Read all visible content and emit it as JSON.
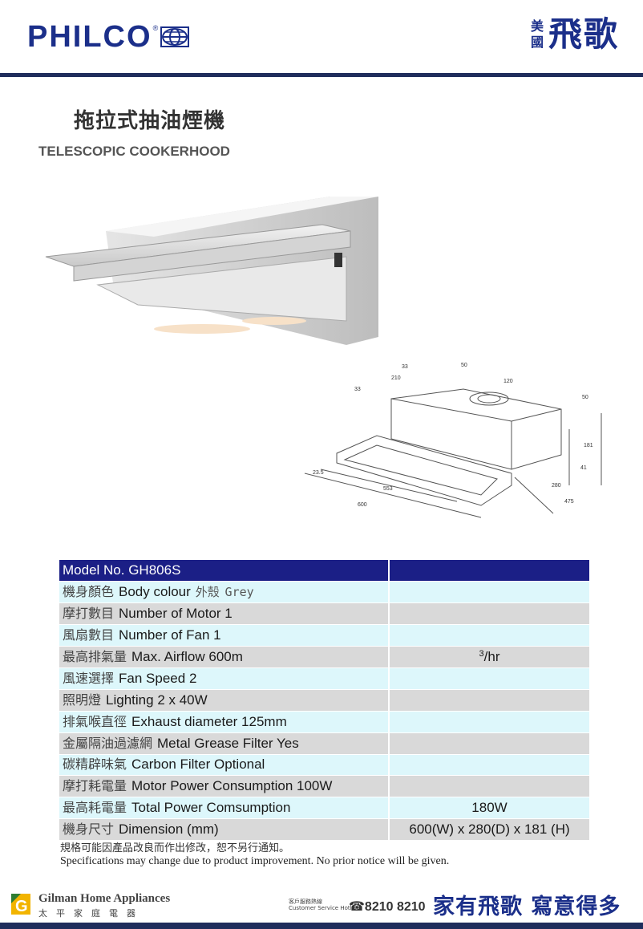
{
  "header": {
    "brand": "PHILCO",
    "brand_mark": "®",
    "cn_small_1": "美",
    "cn_small_2": "國",
    "cn_big": "飛歌"
  },
  "product": {
    "title_cn": "拖拉式抽油煙機",
    "title_en": "TELESCOPIC COOKERHOOD"
  },
  "drawing_dims": [
    "33",
    "50",
    "210",
    "120",
    "33",
    "50",
    "181",
    "41",
    "23.5",
    "553",
    "280",
    "600",
    "475"
  ],
  "specs": {
    "header": {
      "label": "Model No. GH806S",
      "value": ""
    },
    "rows": [
      {
        "cn": "機身顏色",
        "label": "Body colour",
        "cn_value": "外殼",
        "value": "Grey",
        "right": ""
      },
      {
        "cn": "摩打數目",
        "label": "Number of Motor",
        "value": "1",
        "right": ""
      },
      {
        "cn": "風扇數目",
        "label": "Number of Fan",
        "value": "1",
        "right": ""
      },
      {
        "cn": "最高排氣量",
        "label": "Max. Airflow",
        "value": "600m",
        "right": "/hr",
        "right_sup": "3"
      },
      {
        "cn": "風速選擇",
        "label": "Fan Speed",
        "value": "2",
        "right": ""
      },
      {
        "cn": "照明燈",
        "label": "Lighting",
        "value": "2 x 40W",
        "right": ""
      },
      {
        "cn": "排氣喉直徑",
        "label": "Exhaust diameter",
        "value": "125mm",
        "right": ""
      },
      {
        "cn": "金屬隔油過濾網",
        "label": "Metal Grease Filter",
        "value": "Yes",
        "right": ""
      },
      {
        "cn": "碳精辟味氣",
        "label": "Carbon Filter",
        "value": "Optional",
        "right": ""
      },
      {
        "cn": "摩打耗電量",
        "label": "Motor Power Consumption",
        "value": "100W",
        "right": ""
      },
      {
        "cn": "最高耗電量",
        "label": "Total Power Comsumption",
        "value": "",
        "right": "180W"
      },
      {
        "cn": "機身尺寸",
        "label": "Dimension (mm)",
        "value": "",
        "right": "600(W) x 280(D) x 181 (H)"
      }
    ]
  },
  "notes": {
    "cn": "規格可能因產品改良而作出修改，恕不另行通知。",
    "en": "Specifications may change due to product improvement. No prior notice will be given."
  },
  "footer": {
    "company_en": "Gilman Home Appliances",
    "company_cn": "太平家庭電器",
    "hotline_cn": "客戶服務熱線",
    "hotline_en": "Customer Service Hotline",
    "phone": "☎8210 8210",
    "slogan": "家有飛歌  寫意得多"
  },
  "colors": {
    "navy": "#1b2f8a",
    "rule": "#1f2d5c",
    "header_row": "#1b1f86",
    "row_cyan": "#ddf7fb",
    "row_gray": "#d9d9d9"
  }
}
